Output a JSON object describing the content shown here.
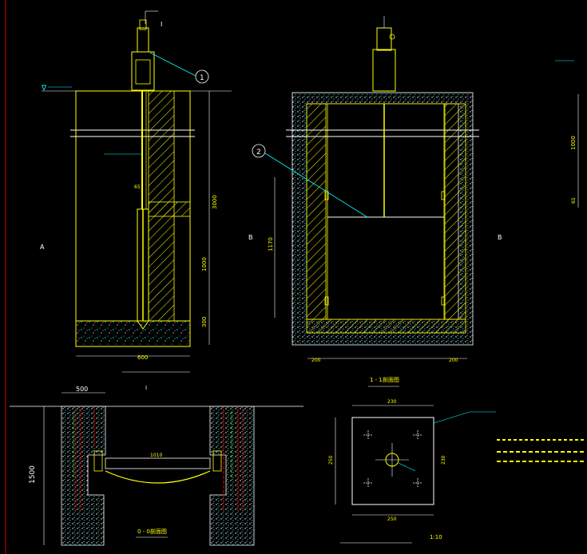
{
  "colors": {
    "background": "#000000",
    "yellow": "#ffff00",
    "cyan": "#00ffff",
    "white": "#ffffff",
    "red": "#ff0000",
    "green": "#00ff00",
    "margin_line": "#c80000"
  },
  "callouts": {
    "one": "1",
    "two": "2"
  },
  "labels": {
    "section_mark_top": "I",
    "section_mark_lower": "I",
    "elev_marker": "∇",
    "a_marker": "A",
    "b_marker_left": "B",
    "b_marker_right": "B"
  },
  "dims": {
    "left_height": "3000",
    "left_mid": "1000",
    "left_bottom": "300",
    "left_width": "600",
    "left_gap": "65",
    "mid_left_width": "200",
    "mid_right_width": "200",
    "mid_height": "1170",
    "right_upper": "1000",
    "right_mark": "65",
    "bottom_width": "500",
    "bottom_inner": "1010",
    "bottom_height": "1500",
    "plate_top": "230",
    "plate_left": "250",
    "plate_right": "230",
    "plate_bottom": "250"
  },
  "titles": {
    "section_1_1": "1 - 1剖面图",
    "section_0_0": "0 - 0剖面图",
    "plate_scale": "1:10"
  }
}
